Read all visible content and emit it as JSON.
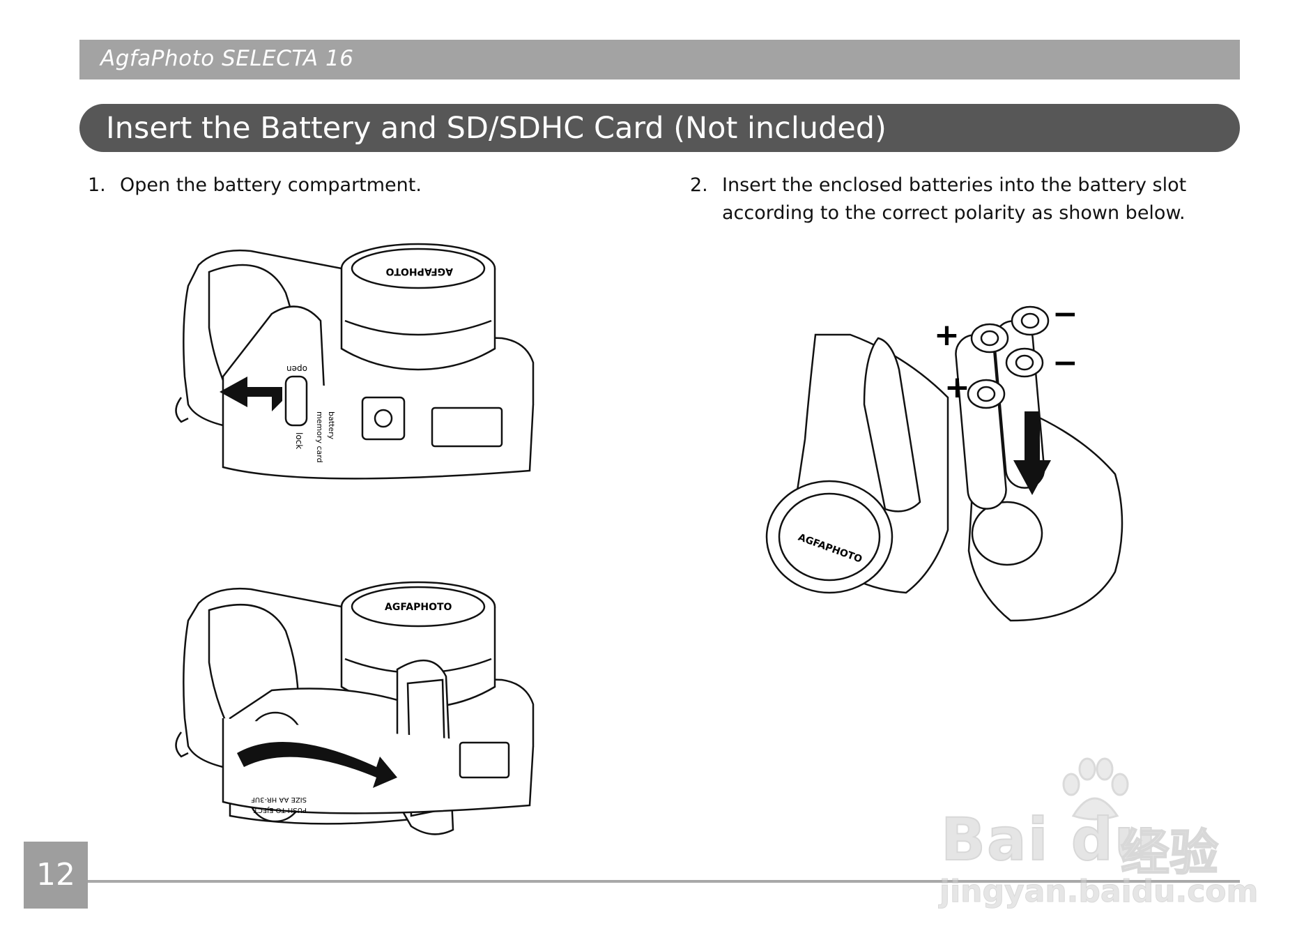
{
  "header": {
    "brand": "AgfaPhoto SELECTA 16"
  },
  "section": {
    "title": "Insert the Battery and SD/SDHC Card (Not included)"
  },
  "steps": [
    {
      "number": "1.",
      "text": "Open the battery compartment."
    },
    {
      "number": "2.",
      "lines": [
        "Insert the enclosed batteries into the battery slot",
        "according to the correct polarity as shown below."
      ]
    }
  ],
  "illustration_labels": {
    "open": "open",
    "lock": "lock",
    "memory_card": "memory card",
    "battery": "battery",
    "lens_cap": "AGFAPHOTO",
    "push_to_eject": "PUSH TO EJECT",
    "size_aa": "SIZE AA HR-3UF",
    "plus": "+",
    "minus": "−"
  },
  "footer": {
    "page_number": "12"
  },
  "watermark": {
    "main": "Bai du",
    "cn": "经验",
    "url": "jingyan.baidu.com"
  }
}
